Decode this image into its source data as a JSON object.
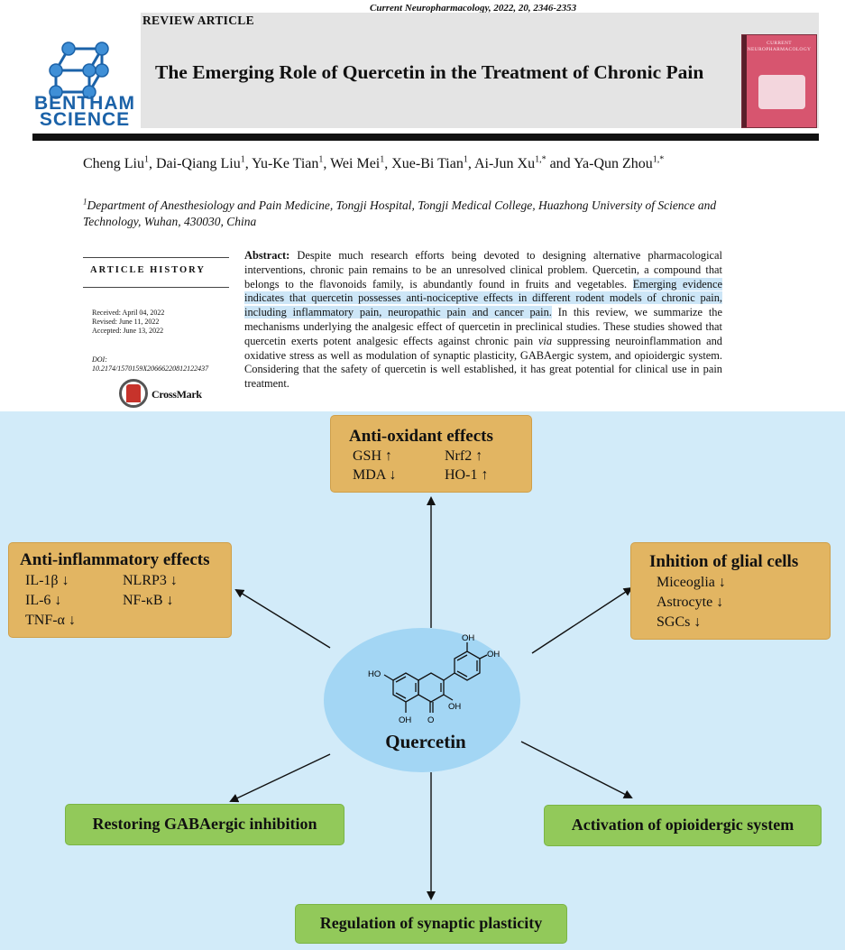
{
  "header": {
    "journal_line": "Current Neuropharmacology, 2022, 20, 2346-2353",
    "publisher_logo_text": "BENTHAM SCIENCE",
    "article_type": "REVIEW ARTICLE",
    "title": "The Emerging Role of Quercetin in the Treatment of Chronic Pain",
    "cover_journal_name": "CURRENT NEUROPHARMACOLOGY"
  },
  "authors": [
    {
      "name": "Cheng Liu",
      "aff": "1",
      "sep": ", "
    },
    {
      "name": "Dai-Qiang Liu",
      "aff": "1",
      "sep": ", "
    },
    {
      "name": "Yu-Ke Tian",
      "aff": "1",
      "sep": ", "
    },
    {
      "name": "Wei Mei",
      "aff": "1",
      "sep": ", "
    },
    {
      "name": "Xue-Bi Tian",
      "aff": "1",
      "sep": ", "
    },
    {
      "name": "Ai-Jun Xu",
      "aff": "1,*",
      "sep": " and "
    },
    {
      "name": "Ya-Qun Zhou",
      "aff": "1,*",
      "sep": ""
    }
  ],
  "affiliation": {
    "marker": "1",
    "text": "Department of Anesthesiology and Pain Medicine, Tongji Hospital, Tongji Medical College, Huazhong University of Science and Technology, Wuhan, 430030, China"
  },
  "history": {
    "title": "ARTICLE HISTORY",
    "received": "Received: April 04, 2022",
    "revised": "Revised: June 11, 2022",
    "accepted": "Accepted: June 13, 2022",
    "doi_label": "DOI:",
    "doi": "10.2174/1570159X20666220812122437",
    "crossmark": "CrossMark"
  },
  "abstract": {
    "label": "Abstract:",
    "part1": " Despite much research efforts being devoted to designing alternative pharmacological interventions, chronic pain remains to be an unresolved clinical problem. Quercetin, a compound that belongs to the flavonoids family, is abundantly found in fruits and vegetables. ",
    "highlighted": "Emerging evidence indicates that quercetin possesses anti-nociceptive effects in different rodent models of chronic pain, including inflammatory pain, neuropathic pain and cancer pain.",
    "part2": " In this review, we summarize the mechanisms underlying the analgesic effect of quercetin in preclinical studies. These studies showed that quercetin exerts potent analgesic effects against chronic pain ",
    "via": "via",
    "part3": " suppressing neuroinflammation and oxidative stress as well as modulation of synaptic plasticity, GABAergic system, and opioidergic system. Considering that the safety of quercetin is well established, it has great potential for clinical use in pain treatment."
  },
  "figure": {
    "center_label": "Quercetin",
    "chem_labels": {
      "oh_top": "OH",
      "oh_right": "OH",
      "ho_left": "HO",
      "oh_bottom": "OH",
      "oh_mid": "OH",
      "o_keto": "O"
    },
    "antioxidant": {
      "title": "Anti-oxidant effects",
      "items": [
        "GSH ↑",
        "Nrf2 ↑",
        "MDA ↓",
        "HO-1 ↑"
      ]
    },
    "antiinflammatory": {
      "title": "Anti-inflammatory effects",
      "items": [
        "IL-1β ↓",
        "NLRP3 ↓",
        "IL-6 ↓",
        "NF-κB ↓",
        "TNF-α ↓"
      ]
    },
    "glial": {
      "title": "Inhition of glial cells",
      "items": [
        "Miceoglia ↓",
        "Astrocyte ↓",
        "SGCs ↓"
      ]
    },
    "gaba": "Restoring GABAergic inhibition",
    "opioid": "Activation of opioidergic system",
    "synaptic": "Regulation of synaptic plasticity"
  }
}
